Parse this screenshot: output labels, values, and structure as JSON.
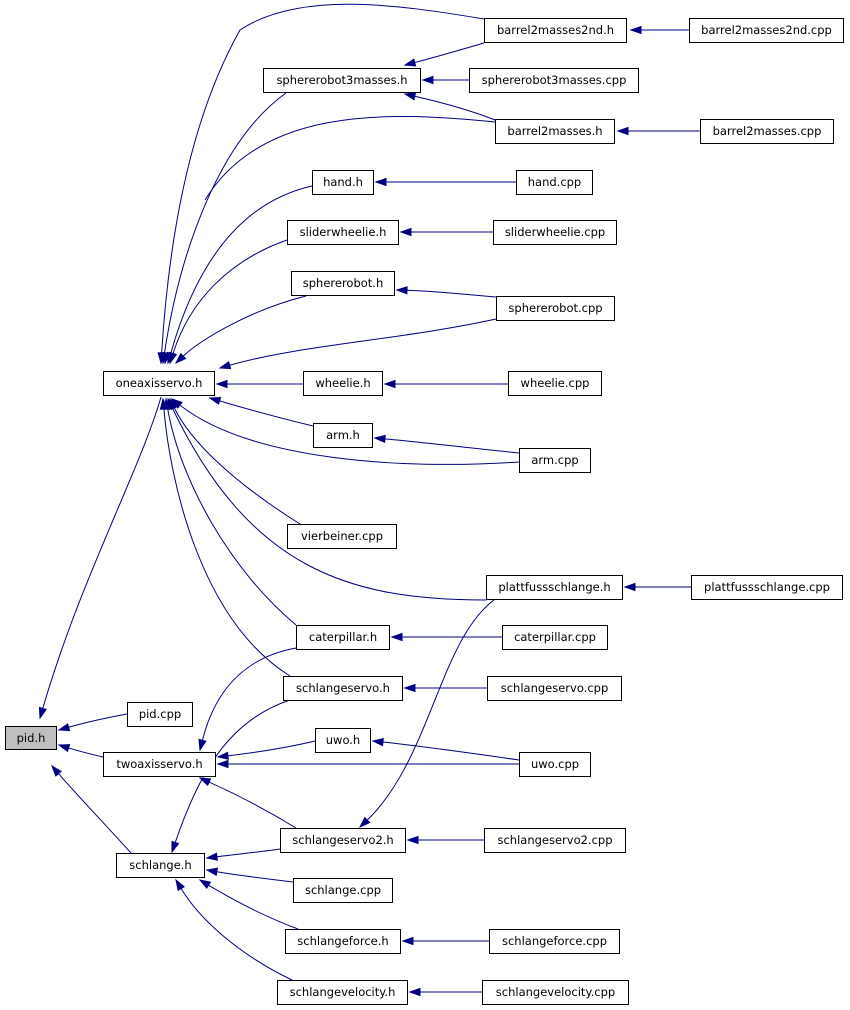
{
  "graph": {
    "colors": {
      "edge": "#000080",
      "node_border": "#000000",
      "root_fill": "#bfbfbf"
    },
    "nodes": [
      {
        "id": "pid_h",
        "label": "pid.h",
        "root": true
      },
      {
        "id": "pid_cpp",
        "label": "pid.cpp"
      },
      {
        "id": "oneaxisservo_h",
        "label": "oneaxisservo.h"
      },
      {
        "id": "twoaxisservo_h",
        "label": "twoaxisservo.h"
      },
      {
        "id": "schlange_h",
        "label": "schlange.h"
      },
      {
        "id": "barrel2masses2nd_h",
        "label": "barrel2masses2nd.h"
      },
      {
        "id": "barrel2masses2nd_cpp",
        "label": "barrel2masses2nd.cpp"
      },
      {
        "id": "sphererobot3masses_h",
        "label": "sphererobot3masses.h"
      },
      {
        "id": "sphererobot3masses_cpp",
        "label": "sphererobot3masses.cpp"
      },
      {
        "id": "barrel2masses_h",
        "label": "barrel2masses.h"
      },
      {
        "id": "barrel2masses_cpp",
        "label": "barrel2masses.cpp"
      },
      {
        "id": "hand_h",
        "label": "hand.h"
      },
      {
        "id": "hand_cpp",
        "label": "hand.cpp"
      },
      {
        "id": "sliderwheelie_h",
        "label": "sliderwheelie.h"
      },
      {
        "id": "sliderwheelie_cpp",
        "label": "sliderwheelie.cpp"
      },
      {
        "id": "sphererobot_h",
        "label": "sphererobot.h"
      },
      {
        "id": "sphererobot_cpp",
        "label": "sphererobot.cpp"
      },
      {
        "id": "wheelie_h",
        "label": "wheelie.h"
      },
      {
        "id": "wheelie_cpp",
        "label": "wheelie.cpp"
      },
      {
        "id": "arm_h",
        "label": "arm.h"
      },
      {
        "id": "arm_cpp",
        "label": "arm.cpp"
      },
      {
        "id": "vierbeiner_cpp",
        "label": "vierbeiner.cpp"
      },
      {
        "id": "plattfussschlange_h",
        "label": "plattfussschlange.h"
      },
      {
        "id": "plattfussschlange_cpp",
        "label": "plattfussschlange.cpp"
      },
      {
        "id": "caterpillar_h",
        "label": "caterpillar.h"
      },
      {
        "id": "caterpillar_cpp",
        "label": "caterpillar.cpp"
      },
      {
        "id": "schlangeservo_h",
        "label": "schlangeservo.h"
      },
      {
        "id": "schlangeservo_cpp",
        "label": "schlangeservo.cpp"
      },
      {
        "id": "uwo_h",
        "label": "uwo.h"
      },
      {
        "id": "uwo_cpp",
        "label": "uwo.cpp"
      },
      {
        "id": "schlangeservo2_h",
        "label": "schlangeservo2.h"
      },
      {
        "id": "schlangeservo2_cpp",
        "label": "schlangeservo2.cpp"
      },
      {
        "id": "schlange_cpp",
        "label": "schlange.cpp"
      },
      {
        "id": "schlangeforce_h",
        "label": "schlangeforce.h"
      },
      {
        "id": "schlangeforce_cpp",
        "label": "schlangeforce.cpp"
      },
      {
        "id": "schlangevelocity_h",
        "label": "schlangevelocity.h"
      },
      {
        "id": "schlangevelocity_cpp",
        "label": "schlangevelocity.cpp"
      }
    ],
    "edges": [
      {
        "from": "oneaxisservo_h",
        "to": "pid_h"
      },
      {
        "from": "pid_cpp",
        "to": "pid_h"
      },
      {
        "from": "twoaxisservo_h",
        "to": "pid_h"
      },
      {
        "from": "schlange_h",
        "to": "pid_h"
      },
      {
        "from": "barrel2masses2nd_h",
        "to": "oneaxisservo_h"
      },
      {
        "from": "barrel2masses2nd_h",
        "to": "sphererobot3masses_h"
      },
      {
        "from": "barrel2masses2nd_cpp",
        "to": "barrel2masses2nd_h"
      },
      {
        "from": "sphererobot3masses_h",
        "to": "oneaxisservo_h"
      },
      {
        "from": "sphererobot3masses_cpp",
        "to": "sphererobot3masses_h"
      },
      {
        "from": "barrel2masses_h",
        "to": "sphererobot3masses_h"
      },
      {
        "from": "barrel2masses_h",
        "to": "oneaxisservo_h"
      },
      {
        "from": "barrel2masses_cpp",
        "to": "barrel2masses_h"
      },
      {
        "from": "hand_h",
        "to": "oneaxisservo_h"
      },
      {
        "from": "hand_cpp",
        "to": "hand_h"
      },
      {
        "from": "sliderwheelie_h",
        "to": "oneaxisservo_h"
      },
      {
        "from": "sliderwheelie_cpp",
        "to": "sliderwheelie_h"
      },
      {
        "from": "sphererobot_h",
        "to": "oneaxisservo_h"
      },
      {
        "from": "sphererobot_cpp",
        "to": "sphererobot_h"
      },
      {
        "from": "sphererobot_cpp",
        "to": "oneaxisservo_h"
      },
      {
        "from": "wheelie_h",
        "to": "oneaxisservo_h"
      },
      {
        "from": "wheelie_cpp",
        "to": "wheelie_h"
      },
      {
        "from": "arm_h",
        "to": "oneaxisservo_h"
      },
      {
        "from": "arm_cpp",
        "to": "arm_h"
      },
      {
        "from": "arm_cpp",
        "to": "oneaxisservo_h"
      },
      {
        "from": "vierbeiner_cpp",
        "to": "oneaxisservo_h"
      },
      {
        "from": "plattfussschlange_h",
        "to": "oneaxisservo_h"
      },
      {
        "from": "plattfussschlange_cpp",
        "to": "plattfussschlange_h"
      },
      {
        "from": "caterpillar_h",
        "to": "oneaxisservo_h"
      },
      {
        "from": "caterpillar_cpp",
        "to": "caterpillar_h"
      },
      {
        "from": "schlangeservo_h",
        "to": "oneaxisservo_h"
      },
      {
        "from": "schlangeservo_cpp",
        "to": "schlangeservo_h"
      },
      {
        "from": "caterpillar_h",
        "to": "twoaxisservo_h"
      },
      {
        "from": "uwo_h",
        "to": "twoaxisservo_h"
      },
      {
        "from": "uwo_cpp",
        "to": "uwo_h"
      },
      {
        "from": "uwo_cpp",
        "to": "twoaxisservo_h"
      },
      {
        "from": "schlangeservo2_h",
        "to": "twoaxisservo_h"
      },
      {
        "from": "plattfussschlange_h",
        "to": "schlangeservo2_h"
      },
      {
        "from": "schlangeservo_h",
        "to": "schlange_h"
      },
      {
        "from": "schlangeservo2_h",
        "to": "schlange_h"
      },
      {
        "from": "schlangeservo2_cpp",
        "to": "schlangeservo2_h"
      },
      {
        "from": "schlange_cpp",
        "to": "schlange_h"
      },
      {
        "from": "schlangeforce_h",
        "to": "schlange_h"
      },
      {
        "from": "schlangeforce_cpp",
        "to": "schlangeforce_h"
      },
      {
        "from": "schlangevelocity_h",
        "to": "schlange_h"
      },
      {
        "from": "schlangevelocity_cpp",
        "to": "schlangevelocity_h"
      }
    ]
  }
}
